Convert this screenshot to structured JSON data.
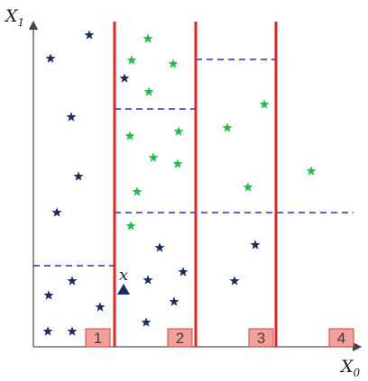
{
  "axes": {
    "x_label": "X",
    "x_sub": "0",
    "y_label": "X",
    "y_sub": "1"
  },
  "query_point_label": "x",
  "region_labels": [
    "1",
    "2",
    "3",
    "4"
  ],
  "colors": {
    "dark_star": "#1d2b64",
    "green_star": "#1fbf4a",
    "split_line": "#e52222",
    "sub_split": "#2a2ae0",
    "region_box_fill": "#f4a09a",
    "region_box_stroke": "#c84a3a",
    "query_point": "#1d2b64"
  }
}
